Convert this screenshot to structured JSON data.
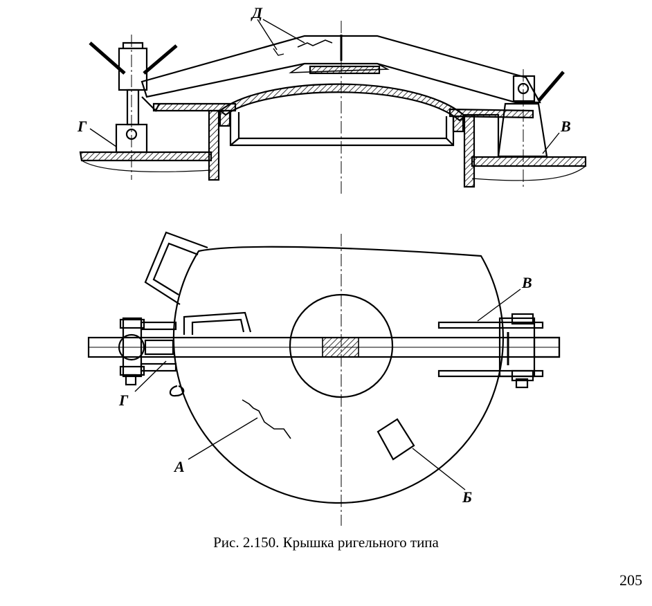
{
  "figure": {
    "caption": "Рис. 2.150. Крышка ригельного типа",
    "page_number": "205"
  },
  "labels": {
    "top_view": {
      "d": "Д",
      "g": "Г",
      "v": "В"
    },
    "plan_view": {
      "v": "В",
      "g": "Г",
      "a": "А",
      "b": "Б"
    }
  }
}
